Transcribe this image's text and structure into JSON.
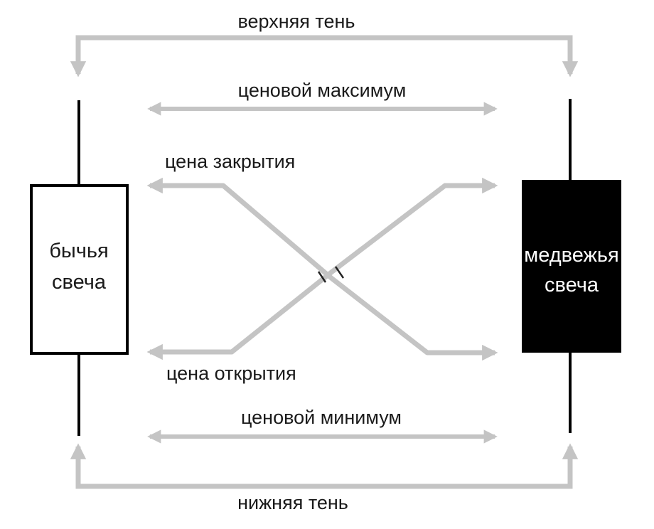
{
  "labels": {
    "upper_shadow": "верхняя тень",
    "price_high": "ценовой максимум",
    "close_price": "цена закрытия",
    "open_price": "цена открытия",
    "price_low": "ценовой минимум",
    "lower_shadow": "нижняя тень"
  },
  "bull_candle": {
    "line1": "бычья",
    "line2": "свеча",
    "body_color": "#ffffff",
    "text_color": "#1a1a1a"
  },
  "bear_candle": {
    "line1": "медвежья",
    "line2": "свеча",
    "body_color": "#000000",
    "text_color": "#ffffff"
  },
  "colors": {
    "arrow": "#c4c4c4",
    "outline": "#000000"
  }
}
